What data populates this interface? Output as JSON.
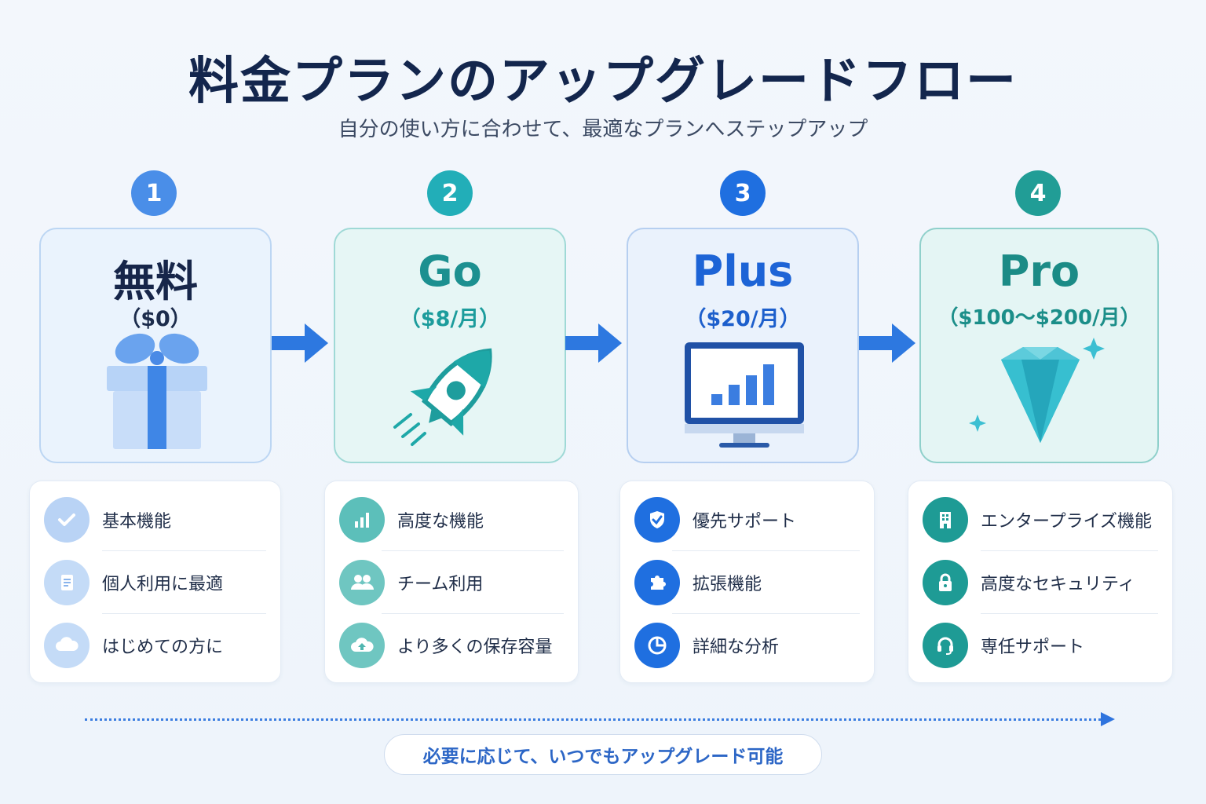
{
  "header": {
    "title": "料金プランのアップグレードフロー",
    "subtitle": "自分の使い方に合わせて、最適なプランへステップアップ"
  },
  "plans": [
    {
      "step": "1",
      "name": "無料",
      "price": "（$0）",
      "illustration": "gift-box",
      "features": [
        {
          "icon": "check-icon",
          "label": "基本機能"
        },
        {
          "icon": "document-icon",
          "label": "個人利用に最適"
        },
        {
          "icon": "cloud-icon",
          "label": "はじめての方に"
        }
      ]
    },
    {
      "step": "2",
      "name": "Go",
      "price": "（$8/月）",
      "illustration": "rocket",
      "features": [
        {
          "icon": "bar-chart-icon",
          "label": "高度な機能"
        },
        {
          "icon": "users-icon",
          "label": "チーム利用"
        },
        {
          "icon": "cloud-upload-icon",
          "label": "より多くの保存容量"
        }
      ]
    },
    {
      "step": "3",
      "name": "Plus",
      "price": "（$20/月）",
      "illustration": "monitor-chart",
      "features": [
        {
          "icon": "shield-check-icon",
          "label": "優先サポート"
        },
        {
          "icon": "puzzle-icon",
          "label": "拡張機能"
        },
        {
          "icon": "pie-chart-icon",
          "label": "詳細な分析"
        }
      ]
    },
    {
      "step": "4",
      "name": "Pro",
      "price": "（$100〜$200/月）",
      "illustration": "diamond",
      "features": [
        {
          "icon": "building-icon",
          "label": "エンタープライズ機能"
        },
        {
          "icon": "lock-icon",
          "label": "高度なセキュリティ"
        },
        {
          "icon": "headset-icon",
          "label": "専任サポート"
        }
      ]
    }
  ],
  "footer": {
    "note": "必要に応じて、いつでもアップグレード可能"
  },
  "colors": {
    "free": "#3f86e6",
    "go": "#1ea8a8",
    "plus": "#1d6fe0",
    "pro": "#1e9b95",
    "title": "#13264d",
    "arrow": "#2d78e0"
  }
}
